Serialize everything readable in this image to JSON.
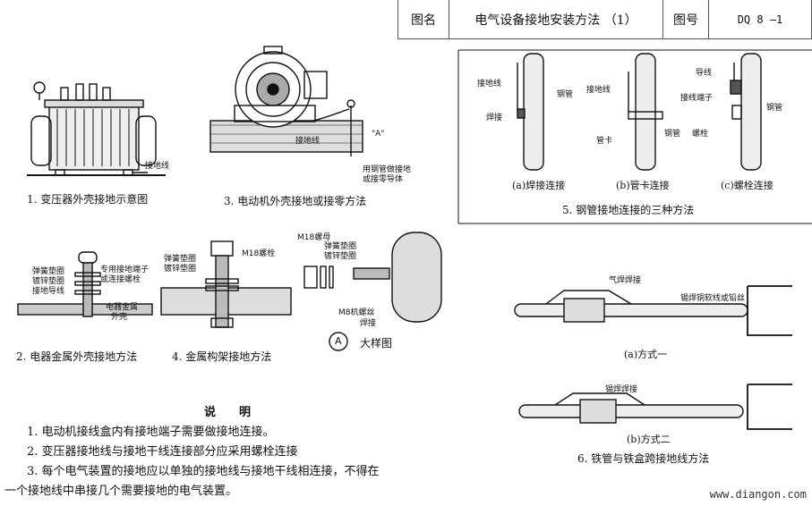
{
  "title_block": {
    "name_label": "图名",
    "name_value": "电气设备接地安装方法 （1）",
    "number_label": "图号",
    "number_value": "DQ 8 —1"
  },
  "figures": {
    "fig1": {
      "caption": "1. 变压器外壳接地示意图",
      "labels": [
        "接地线"
      ]
    },
    "fig2": {
      "caption": "2. 电器金属外壳接地方法",
      "labels": [
        "弹簧垫圈",
        "镀锌垫圈",
        "接地导线",
        "专用接地端子",
        "或连接螺栓",
        "电器金属",
        "外壳"
      ]
    },
    "fig3": {
      "caption": "3. 电动机外壳接地或接零方法",
      "labels": [
        "接地线",
        "\"A\"",
        "用钢管做接地",
        "或接零导体"
      ]
    },
    "fig4": {
      "caption": "4. 金属构架接地方法",
      "labels": [
        "弹簧垫圈",
        "镀锌垫圈",
        "M18螺栓"
      ]
    },
    "detail": {
      "caption": "大样图",
      "marker": "A",
      "labels": [
        "M18螺母",
        "弹簧垫圈",
        "镀锌垫圈",
        "M8机螺丝",
        "焊接"
      ]
    },
    "fig5": {
      "caption": "5. 钢管接地连接的三种方法",
      "a": {
        "caption": "(a)焊接连接",
        "labels": [
          "接地线",
          "钢管",
          "焊接"
        ]
      },
      "b": {
        "caption": "(b)管卡连接",
        "labels": [
          "接地线",
          "管卡",
          "钢管"
        ]
      },
      "c": {
        "caption": "(c)螺栓连接",
        "labels": [
          "导线",
          "接线端子",
          "钢管",
          "螺栓"
        ]
      }
    },
    "fig6": {
      "caption": "6. 铁管与铁盒跨接地线方法",
      "m1": {
        "caption": "(a)方式一",
        "labels": [
          "气焊焊接",
          "锡焊铜软线或铅丝"
        ]
      },
      "m2": {
        "caption": "(b)方式二",
        "labels": [
          "锡焊焊接"
        ]
      }
    }
  },
  "notes": {
    "heading": "说　　明",
    "items": [
      "1. 电动机接线盒内有接地端子需要做接地连接。",
      "2. 变压器接地线与接地干线连接部分应采用螺栓连接",
      "3. 每个电气装置的接地应以单独的接地线与接地干线相连接，不得在",
      "一个接地线中串接几个需要接地的电气装置。"
    ]
  },
  "watermark": "www.diangon.com"
}
